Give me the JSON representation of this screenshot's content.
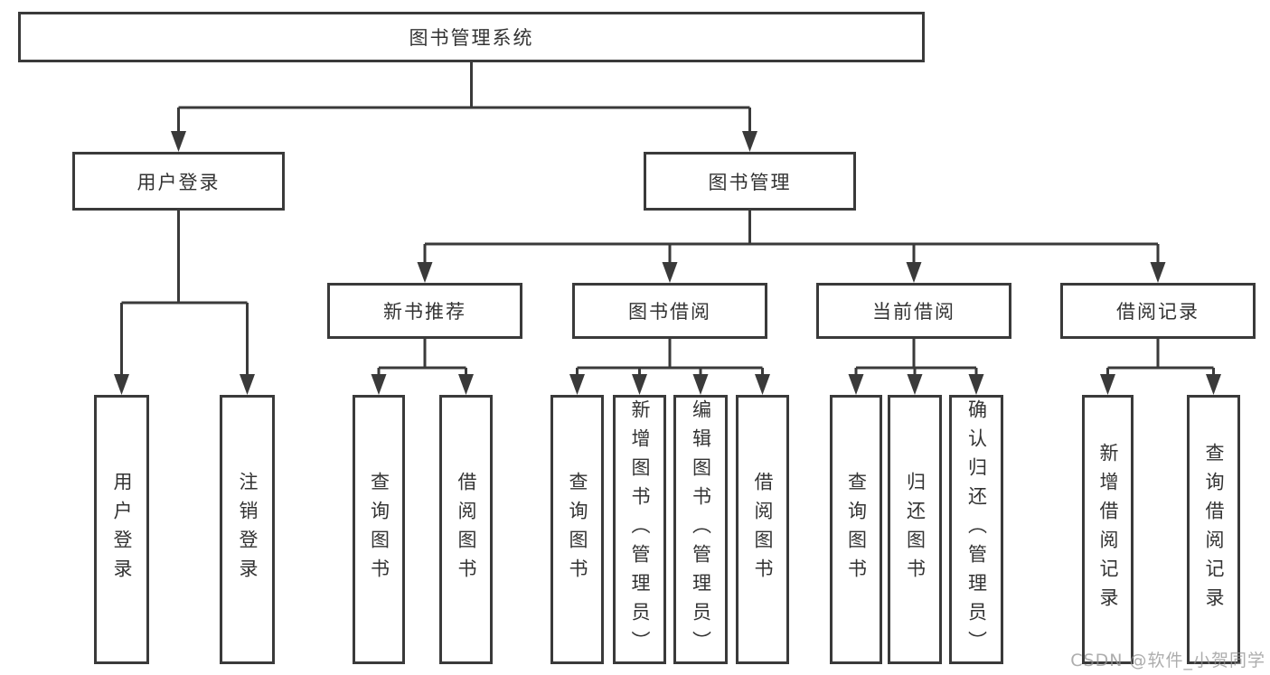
{
  "diagram": {
    "root": {
      "label": "图书管理系统"
    },
    "user_login": {
      "label": "用户登录",
      "children": [
        {
          "label": "用户登录"
        },
        {
          "label": "注销登录"
        }
      ]
    },
    "book_mgmt": {
      "label": "图书管理",
      "children": [
        {
          "label": "新书推荐",
          "children": [
            {
              "label": "查询图书"
            },
            {
              "label": "借阅图书"
            }
          ]
        },
        {
          "label": "图书借阅",
          "children": [
            {
              "label": "查询图书"
            },
            {
              "label": "新增图书（管理员）"
            },
            {
              "label": "编辑图书（管理员）"
            },
            {
              "label": "借阅图书"
            }
          ]
        },
        {
          "label": "当前借阅",
          "children": [
            {
              "label": "查询图书"
            },
            {
              "label": "归还图书"
            },
            {
              "label": "确认归还（管理员）"
            }
          ]
        },
        {
          "label": "借阅记录",
          "children": [
            {
              "label": "新增借阅记录"
            },
            {
              "label": "查询借阅记录"
            }
          ]
        }
      ]
    }
  },
  "watermark": "CSDN @软件_小贺同学",
  "colors": {
    "line": "#3a3a3a",
    "text": "#333333",
    "watermark": "#919191"
  }
}
